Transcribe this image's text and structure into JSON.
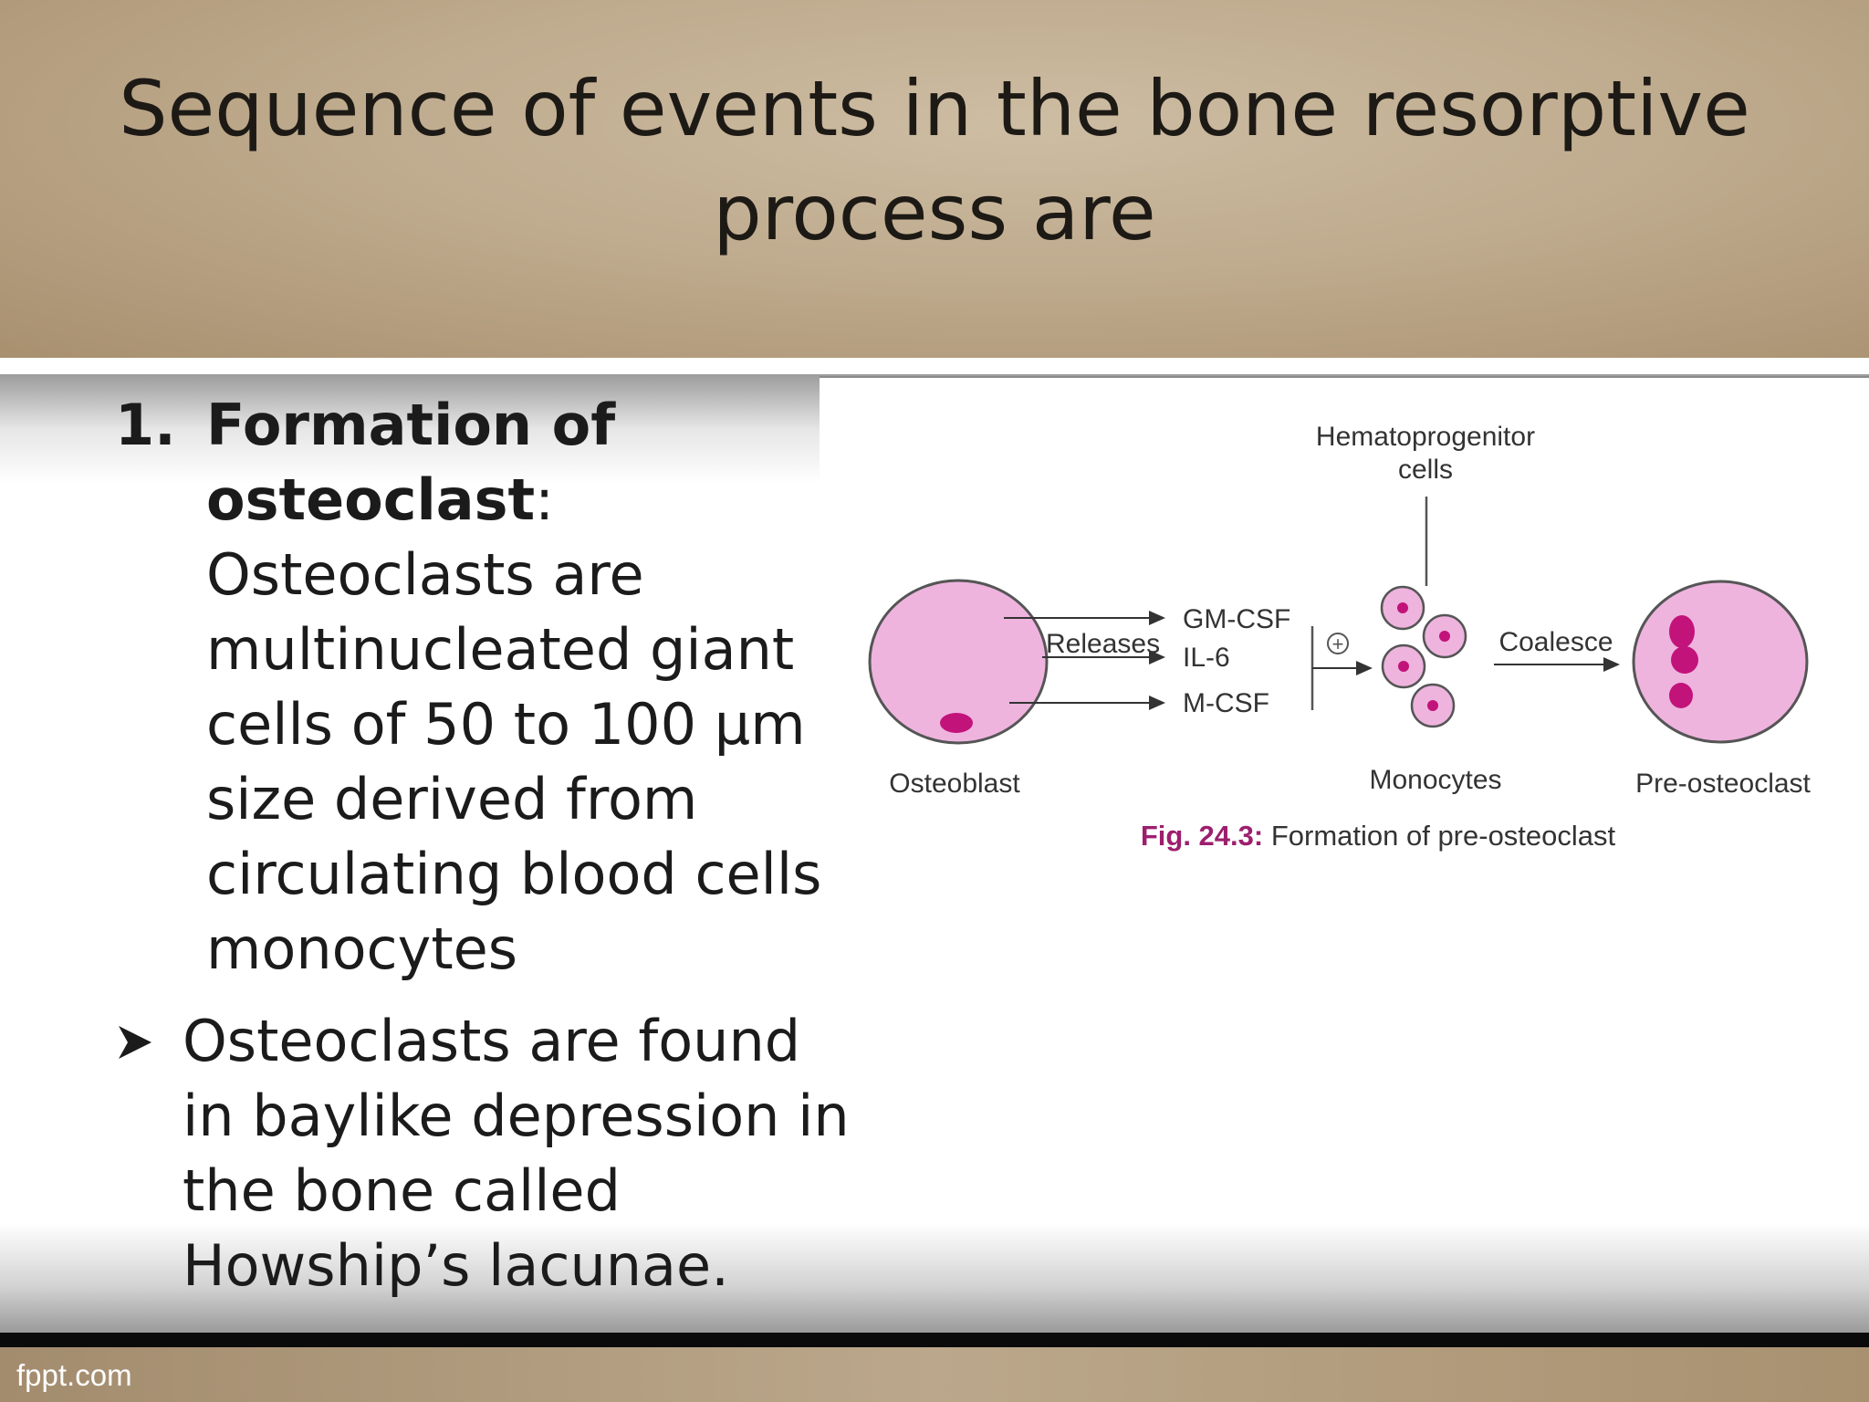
{
  "slide": {
    "title_line1": "Sequence of events in the bone resorptive",
    "title_line2": "process are"
  },
  "point1": {
    "number": "1.",
    "heading_part1": "Formation of",
    "heading_part2": "osteoclast",
    "colon": ":",
    "lines": [
      "Osteoclasts are",
      "multinucleated giant",
      "cells of 50 to 100 μm",
      "size derived from",
      "circulating blood cells",
      "monocytes"
    ]
  },
  "bullet1": {
    "lines": [
      "Osteoclasts are found",
      "in baylike depression in",
      "the bone called",
      "Howship’s lacunae."
    ]
  },
  "figure": {
    "hematoprogenitor_line1": "Hematoprogenitor",
    "hematoprogenitor_line2": "cells",
    "releases": "Releases",
    "factor1": "GM-CSF",
    "factor2": "IL-6",
    "factor3": "M-CSF",
    "plus": "+",
    "coalesce": "Coalesce",
    "label_osteoblast": "Osteoblast",
    "label_monocytes": "Monocytes",
    "label_preosteoclast": "Pre-osteoclast",
    "caption_prefix": "Fig. 24.3:",
    "caption_text": " Formation of pre-osteoclast",
    "colors": {
      "cell_fill": "#eeb4de",
      "nucleus": "#c2137a",
      "caption_accent": "#9c1f6e"
    }
  },
  "footer": {
    "brand": "fppt.com"
  }
}
